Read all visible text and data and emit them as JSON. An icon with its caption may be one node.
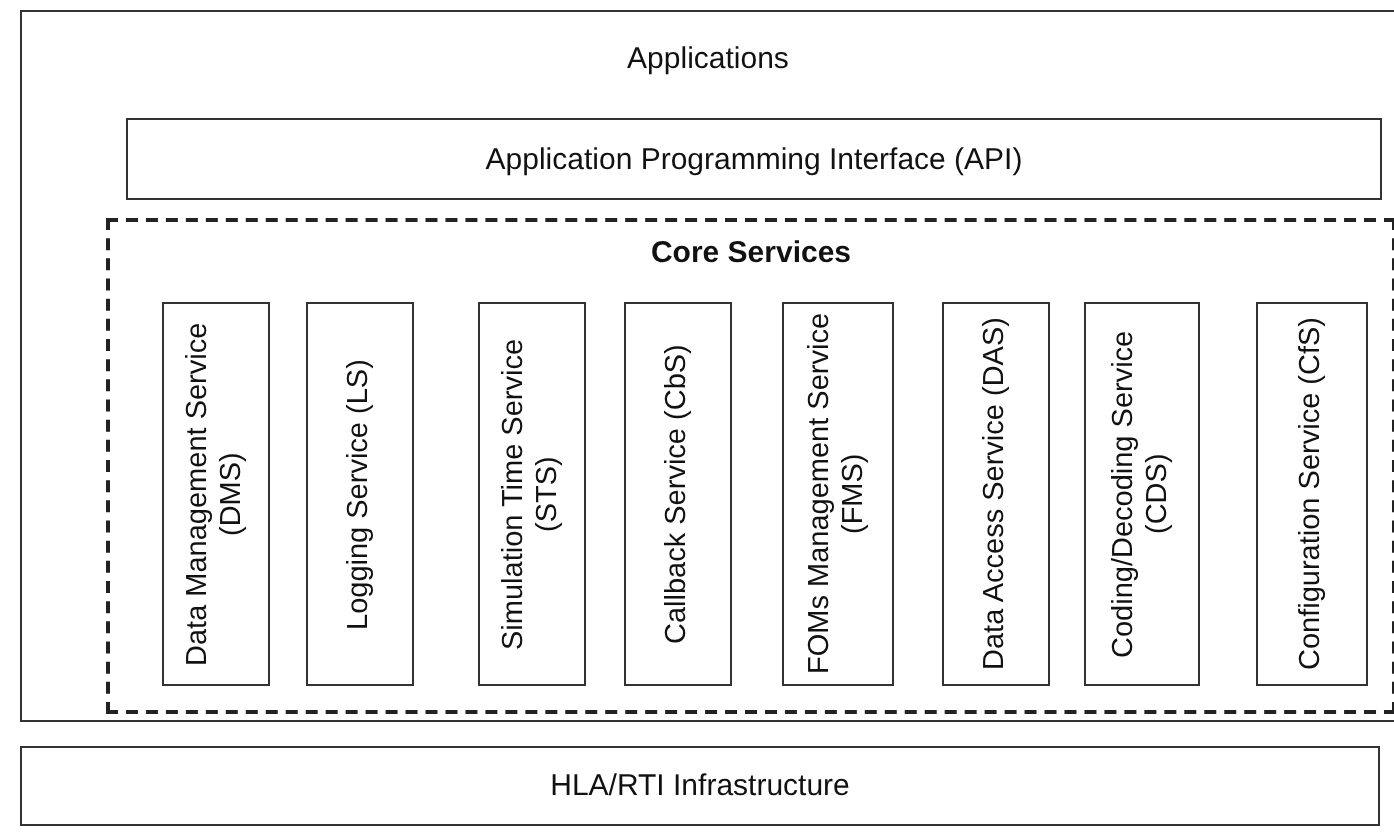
{
  "diagram": {
    "nodes": [
      {
        "text": [
          "Applications"
        ]
      },
      {
        "text": [
          "Application Programming Interface (API)"
        ],
        "in": 0
      },
      {
        "text": [
          "Core Services"
        ],
        "in": 0
      },
      {
        "text": [
          "Data Management Service (DMS)"
        ],
        "in": 2
      },
      {
        "text": [
          "Logging Service (LS)"
        ],
        "in": 2
      },
      {
        "text": [
          "Simulation Time Service (STS)"
        ],
        "in": 2
      },
      {
        "text": [
          "Callback Service (CbS)"
        ],
        "in": 2
      },
      {
        "text": [
          "FOMs Management Service (FMS)"
        ],
        "in": 2
      },
      {
        "text": [
          "Data Access Service (DAS)"
        ],
        "in": 2
      },
      {
        "text": [
          "Coding/Decoding Service (CDS)"
        ],
        "in": 2
      },
      {
        "text": [
          "Configuration Service (CfS)"
        ],
        "in": 2
      },
      {
        "text": [
          "HLA/RTI Infrastructure"
        ]
      }
    ],
    "edges": []
  }
}
